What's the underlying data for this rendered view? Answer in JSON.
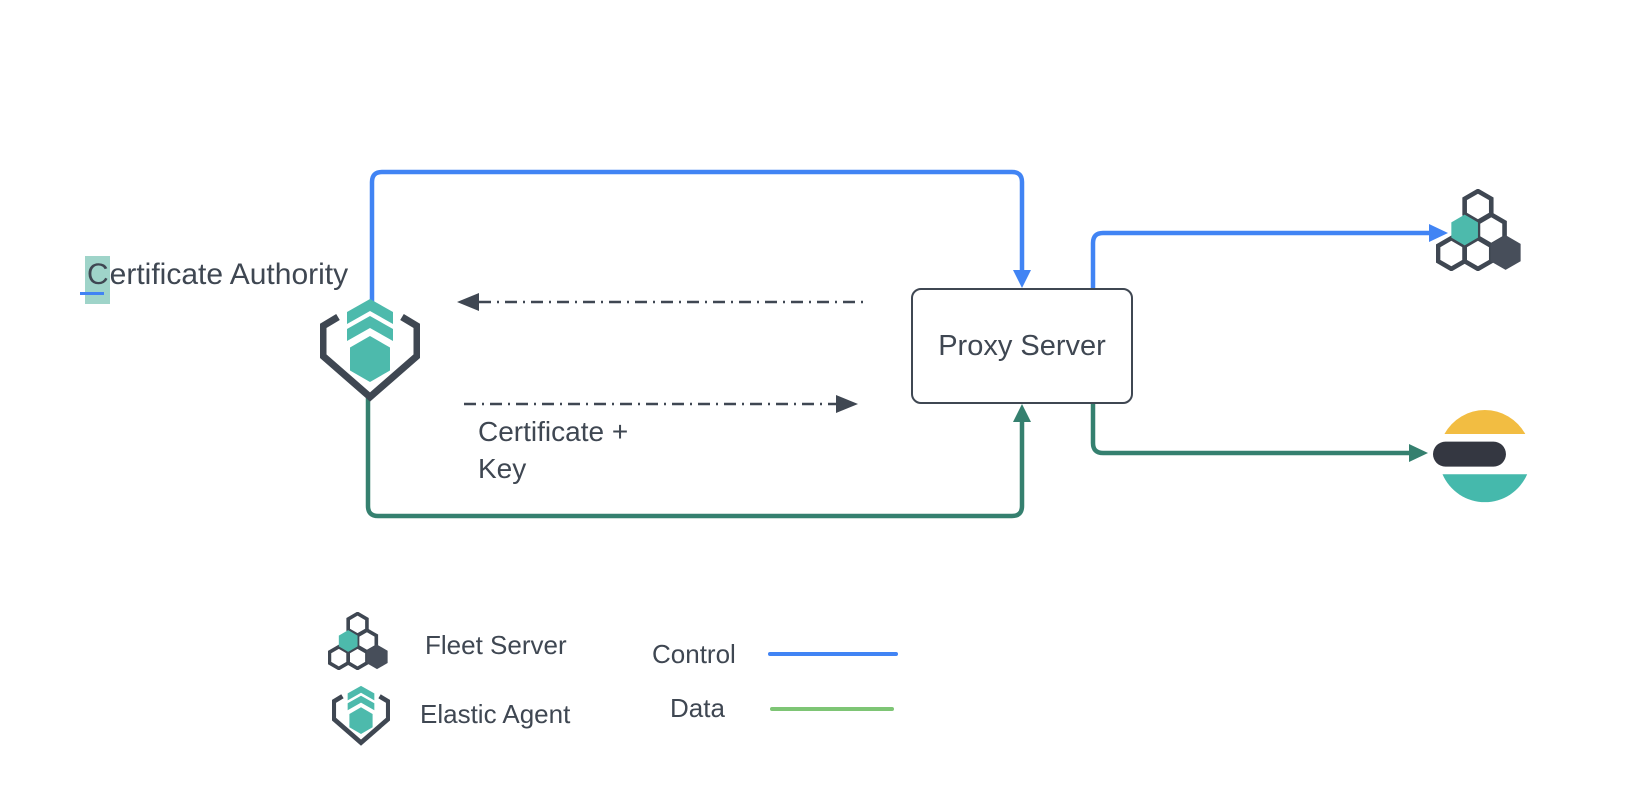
{
  "diagram": {
    "nodes": {
      "certificate_authority": {
        "label": "Certificate Authority",
        "label_highlight_char": "C",
        "label_rest": "ertificate Authority",
        "icon": "elastic-agent-icon"
      },
      "proxy_server": {
        "label": "Proxy Server"
      },
      "fleet_server": {
        "icon": "fleet-server-icon"
      },
      "elasticsearch": {
        "icon": "elasticsearch-logo"
      }
    },
    "annotations": {
      "certificate_key_line1": "Certificate +",
      "certificate_key_line2": "Key"
    }
  },
  "legend": {
    "items": [
      {
        "icon": "fleet-server-icon",
        "label": "Fleet Server"
      },
      {
        "icon": "elastic-agent-icon",
        "label": "Elastic Agent"
      }
    ],
    "lines": [
      {
        "label": "Control",
        "color": "#4184f4"
      },
      {
        "label": "Data",
        "color": "#7ec575"
      }
    ]
  },
  "colors": {
    "control_blue": "#4184f4",
    "data_green_diagram": "#35806f",
    "data_green_legend": "#7ec575",
    "slate_ink": "#3f4752",
    "teal_fill": "#4dbaac",
    "fleet_dark_hex": "#474e5a",
    "elasticsearch_yellow": "#f2bd42",
    "elasticsearch_dark": "#343741",
    "elasticsearch_teal": "#45b9ac",
    "text_selection_highlight": "#9fd4c9"
  }
}
